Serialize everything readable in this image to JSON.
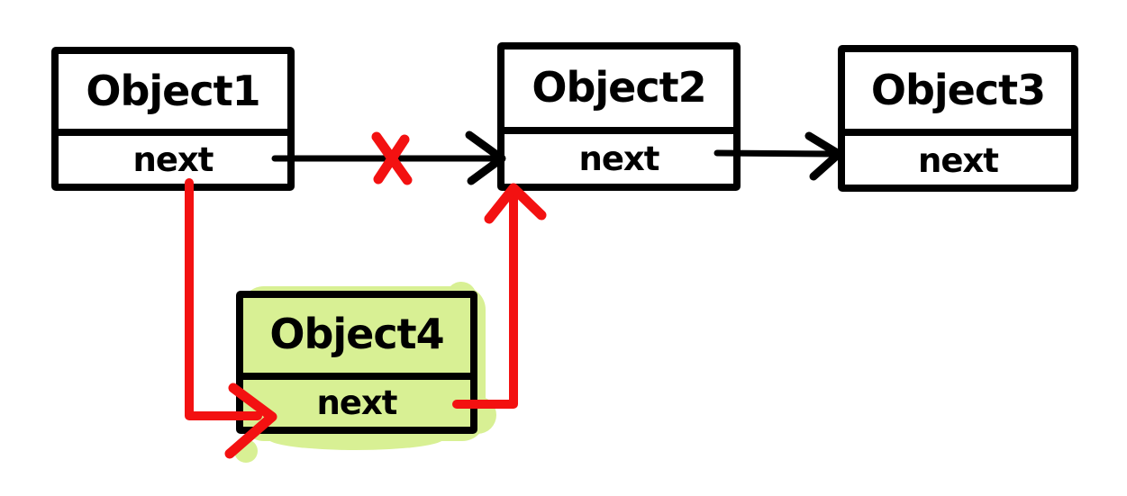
{
  "diagram": {
    "kind": "linked-list-insertion-sketch",
    "background": "#ffffff",
    "colors": {
      "box_border": "#000000",
      "text": "#000000",
      "highlight_fill": "#d8f094",
      "annotation_red": "#f31111"
    },
    "nodes": [
      {
        "label": "Object1",
        "field": "next",
        "highlighted": false
      },
      {
        "label": "Object2",
        "field": "next",
        "highlighted": false
      },
      {
        "label": "Object3",
        "field": "next",
        "highlighted": false
      },
      {
        "label": "Object4",
        "field": "next",
        "highlighted": true
      }
    ],
    "edges": [
      {
        "from": "Object1.next",
        "to": "Object2",
        "color": "black",
        "annotation": "crossed out with red X"
      },
      {
        "from": "Object2.next",
        "to": "Object3",
        "color": "black",
        "annotation": ""
      },
      {
        "from": "Object1.next",
        "to": "Object4.next",
        "color": "red",
        "annotation": "new link"
      },
      {
        "from": "Object4.next",
        "to": "Object2",
        "color": "red",
        "annotation": "new link"
      }
    ]
  }
}
